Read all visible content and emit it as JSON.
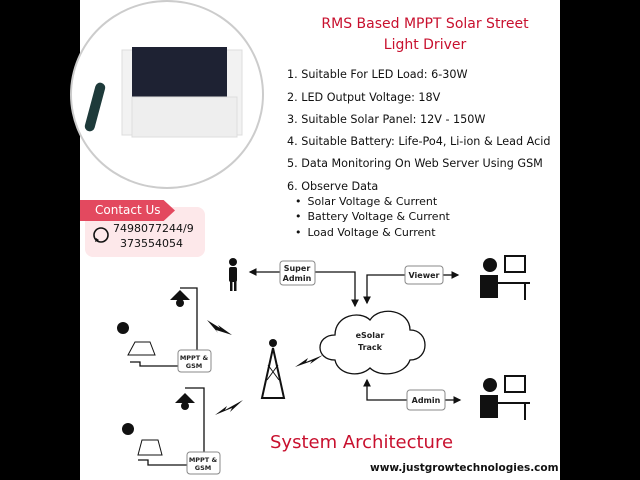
{
  "title": [
    "RMS Based  MPPT Solar Street",
    "Light Driver"
  ],
  "specs": [
    "1. Suitable For LED Load: 6-30W",
    "2. LED Output Voltage: 18V",
    "3. Suitable Solar Panel: 12V - 150W",
    "4. Suitable Battery: Life-Po4, Li-ion & Lead Acid",
    "5. Data Monitoring On Web Server Using GSM",
    "6. Observe Data"
  ],
  "observe": [
    "Solar Voltage & Current",
    "Battery Voltage & Current",
    "Load Voltage & Current"
  ],
  "contact": {
    "label": "Contact Us",
    "phone_line1": "7498077244/9",
    "phone_line2": "373554054",
    "icon": "whatsapp-icon"
  },
  "diagram": {
    "super_admin": [
      "Super",
      "Admin"
    ],
    "viewer": "Viewer",
    "admin": "Admin",
    "cloud": [
      "eSolar",
      "Track"
    ],
    "controller": [
      "MPPT &",
      "GSM"
    ]
  },
  "section_title": "System Architecture",
  "website": "www.justgrowtechnologies.com",
  "colors": {
    "accent": "#c8102e",
    "ribbon": "#e3495f",
    "contact_bg": "#fde8ea"
  }
}
